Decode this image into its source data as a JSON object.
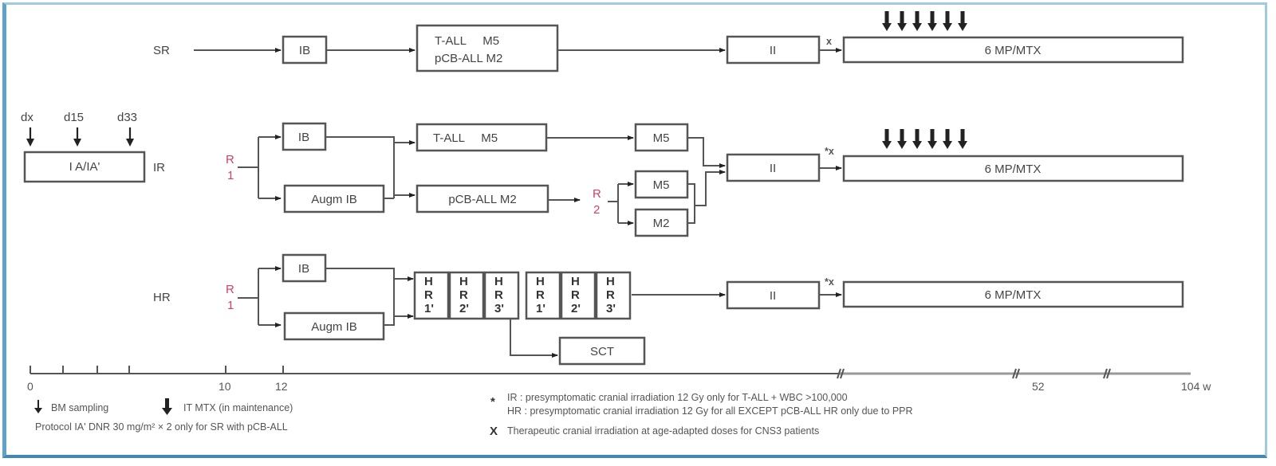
{
  "diagram": {
    "title": "",
    "initial": {
      "box_label": "I A/IA'",
      "sampling_days": [
        "dx",
        "d15",
        "d33"
      ]
    },
    "arms": {
      "sr": {
        "label": "SR",
        "ib": "IB",
        "m_box_line1": "T-ALL     M5",
        "m_box_line2": "pCB-ALL M2",
        "ii": "II",
        "marker": "x",
        "maintenance": "6 MP/MTX"
      },
      "ir": {
        "label": "IR",
        "randomization": [
          "R",
          "1"
        ],
        "ib": "IB",
        "augm_ib": "Augm IB",
        "t_all": "T-ALL     M5",
        "pcb_all": "pCB-ALL M2",
        "m5_a": "M5",
        "randomization2": [
          "R",
          "2"
        ],
        "m5_b": "M5",
        "m2": "M2",
        "ii": "II",
        "marker": "*x",
        "maintenance": "6 MP/MTX"
      },
      "hr": {
        "label": "HR",
        "randomization": [
          "R",
          "1"
        ],
        "ib": "IB",
        "augm_ib": "Augm IB",
        "hr_blocks": [
          [
            "H",
            "R",
            "1'"
          ],
          [
            "H",
            "R",
            "2'"
          ],
          [
            "H",
            "R",
            "3'"
          ],
          [
            "H",
            "R",
            "1'"
          ],
          [
            "H",
            "R",
            "2'"
          ],
          [
            "H",
            "R",
            "3'"
          ]
        ],
        "sct": "SCT",
        "ii": "II",
        "marker": "*x",
        "maintenance": "6 MP/MTX"
      }
    },
    "it_mtx_arrow_count": 6,
    "timeline": {
      "ticks": [
        "0",
        "10",
        "12",
        "52",
        "104 w"
      ],
      "unit": "w"
    },
    "legend": {
      "bm_sampling": "BM sampling",
      "it_mtx": "IT MTX (in maintenance)",
      "protocol_note": "Protocol IA'  DNR 30 mg/m² × 2 only for SR with pCB-ALL",
      "star_symbol": "*",
      "star_ir": "IR : presymptomatic cranial irradiation 12 Gy only for T-ALL + WBC >100,000",
      "star_hr": "HR : presymptomatic cranial irradiation 12 Gy for all EXCEPT pCB-ALL HR only due to PPR",
      "x_symbol": "X",
      "x_note": "Therapeutic cranial irradiation at age-adapted doses for CNS3 patients"
    },
    "colors": {
      "frame": "#5ea3cc",
      "randomization": "#d0406a",
      "box_stroke": "#555555"
    }
  }
}
